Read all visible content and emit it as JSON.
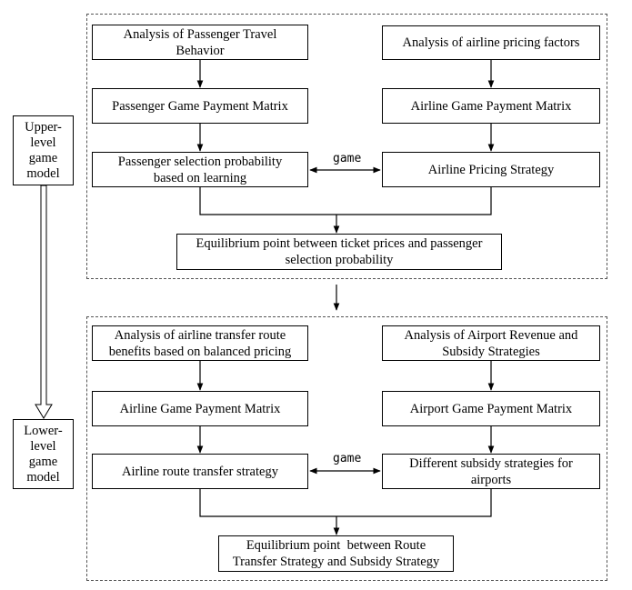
{
  "side": {
    "upper_line1": "Upper-",
    "upper_line2": "level",
    "upper_line3": "game",
    "upper_line4": "model",
    "lower_line1": "Lower-",
    "lower_line2": "level",
    "lower_line3": "game",
    "lower_line4": "model"
  },
  "upper": {
    "passenger_analysis_l1": "Analysis of Passenger Travel",
    "passenger_analysis_l2": "Behavior",
    "airline_pricing_analysis": "Analysis of airline pricing factors",
    "passenger_matrix": "Passenger Game Payment Matrix",
    "airline_matrix": "Airline Game Payment Matrix",
    "passenger_probability_l1": "Passenger selection probability",
    "passenger_probability_l2": "based on learning",
    "airline_pricing_strategy": "Airline Pricing Strategy",
    "game_label": "game",
    "equilibrium_l1": "Equilibrium point between ticket prices and passenger",
    "equilibrium_l2": "selection probability"
  },
  "lower": {
    "airline_transfer_analysis_l1": "Analysis of airline transfer route",
    "airline_transfer_analysis_l2": "benefits based on balanced pricing",
    "airport_analysis_l1": "Analysis of Airport Revenue and",
    "airport_analysis_l2": "Subsidy Strategies",
    "airline_matrix": "Airline Game Payment Matrix",
    "airport_matrix": "Airport Game Payment Matrix",
    "airline_route_strategy": "Airline route transfer strategy",
    "subsidy_strategies_l1": "Different subsidy strategies for",
    "subsidy_strategies_l2": "airports",
    "game_label": "game",
    "equilibrium_l1": "Equilibrium point  between Route",
    "equilibrium_l2": "Transfer Strategy and Subsidy Strategy"
  }
}
